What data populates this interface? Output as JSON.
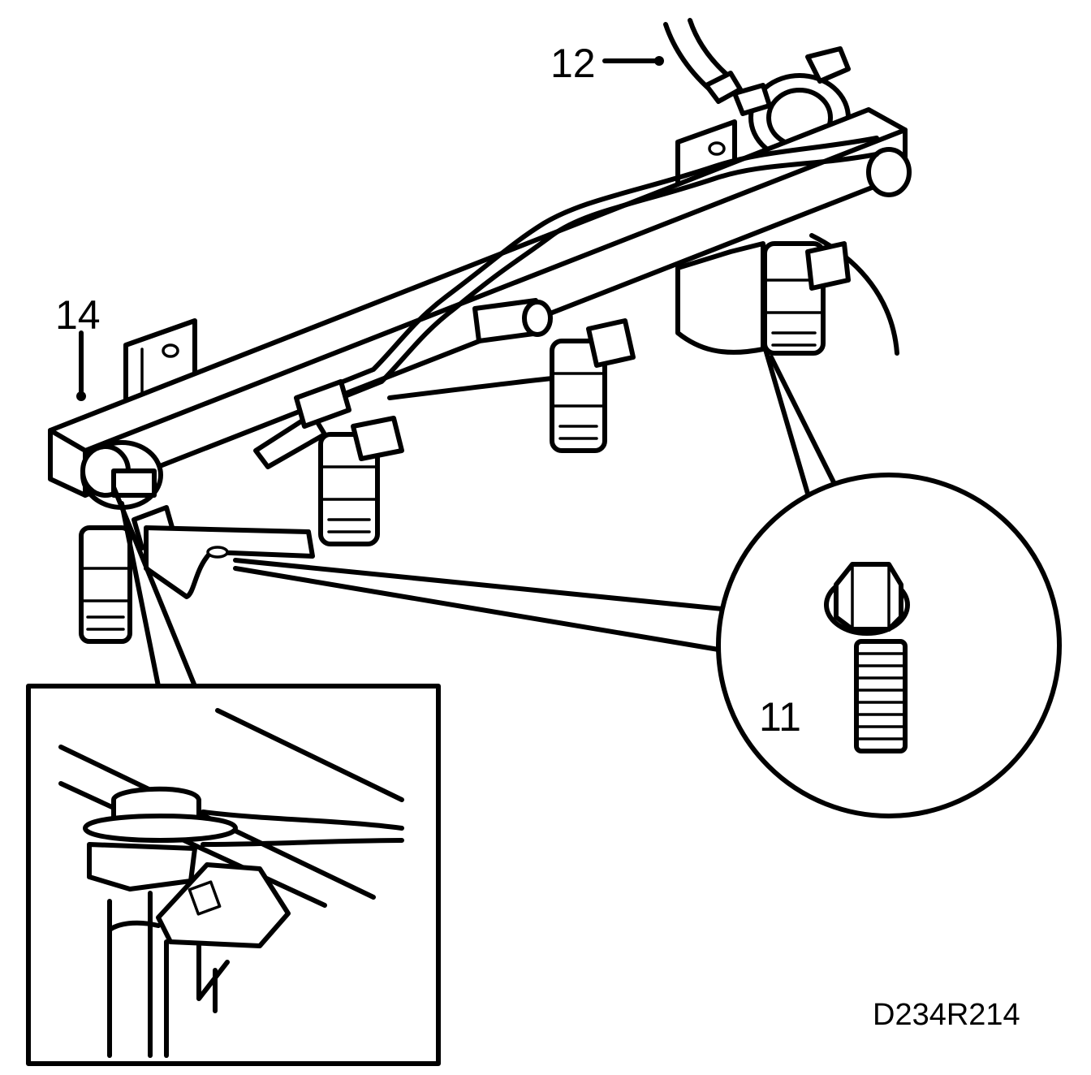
{
  "callouts": {
    "label_12": "12",
    "label_14": "14",
    "label_11": "11"
  },
  "figure_code": "D234R214"
}
